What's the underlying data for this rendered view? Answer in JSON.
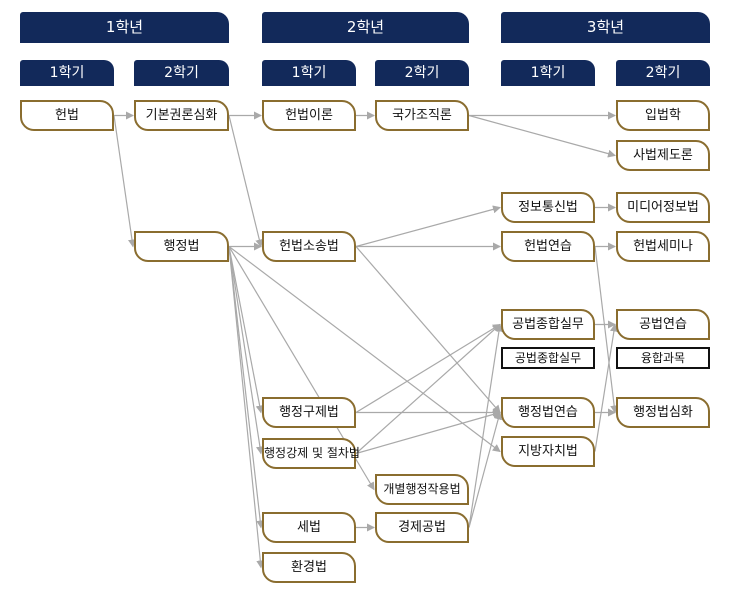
{
  "years": [
    {
      "id": "y1",
      "label": "1학년"
    },
    {
      "id": "y2",
      "label": "2학년"
    },
    {
      "id": "y3",
      "label": "3학년"
    }
  ],
  "semesters": [
    {
      "id": "s11",
      "label": "1학기"
    },
    {
      "id": "s12",
      "label": "2학기"
    },
    {
      "id": "s21",
      "label": "1학기"
    },
    {
      "id": "s22",
      "label": "2학기"
    },
    {
      "id": "s31",
      "label": "1학기"
    },
    {
      "id": "s32",
      "label": "2학기"
    }
  ],
  "courses": [
    {
      "id": "heonbeop",
      "label": "헌법"
    },
    {
      "id": "gibon",
      "label": "기본권론심화"
    },
    {
      "id": "haengjeong",
      "label": "행정법"
    },
    {
      "id": "heonbeop_iron",
      "label": "헌법이론"
    },
    {
      "id": "gukga",
      "label": "국가조직론"
    },
    {
      "id": "sosong",
      "label": "헌법소송법"
    },
    {
      "id": "gujeh",
      "label": "행정구제법"
    },
    {
      "id": "gangje",
      "label": "행정강제 및 절차법"
    },
    {
      "id": "gaebyeol",
      "label": "개별행정작용법"
    },
    {
      "id": "sebeop",
      "label": "세법"
    },
    {
      "id": "gyeongje",
      "label": "경제공법"
    },
    {
      "id": "hwangyeong",
      "label": "환경법"
    },
    {
      "id": "jeongbo",
      "label": "정보통신법"
    },
    {
      "id": "yeonseup",
      "label": "헌법연습"
    },
    {
      "id": "jonghap",
      "label": "공법종합실무"
    },
    {
      "id": "hj_yeonseup",
      "label": "행정법연습"
    },
    {
      "id": "jibang",
      "label": "지방자치법"
    },
    {
      "id": "ipbeop",
      "label": "입법학"
    },
    {
      "id": "sabeop",
      "label": "사법제도론"
    },
    {
      "id": "media",
      "label": "미디어정보법"
    },
    {
      "id": "seminar",
      "label": "헌법세미나"
    },
    {
      "id": "gb_yeonseup",
      "label": "공법연습"
    },
    {
      "id": "hj_simhwa",
      "label": "행정법심화"
    }
  ],
  "plain_boxes": [
    {
      "id": "jonghap_plain",
      "label": "공법종합실무"
    },
    {
      "id": "yunghap",
      "label": "융합과목"
    }
  ],
  "connections": [
    [
      "heonbeop",
      "gibon"
    ],
    [
      "heonbeop",
      "haengjeong"
    ],
    [
      "gibon",
      "heonbeop_iron"
    ],
    [
      "gibon",
      "sosong"
    ],
    [
      "heonbeop_iron",
      "gukga"
    ],
    [
      "gukga",
      "ipbeop"
    ],
    [
      "gukga",
      "sabeop"
    ],
    [
      "haengjeong",
      "sosong"
    ],
    [
      "haengjeong",
      "gujeh"
    ],
    [
      "haengjeong",
      "gangje"
    ],
    [
      "haengjeong",
      "gaebyeol"
    ],
    [
      "haengjeong",
      "sebeop"
    ],
    [
      "haengjeong",
      "hwangyeong"
    ],
    [
      "haengjeong",
      "jibang"
    ],
    [
      "sosong",
      "jeongbo"
    ],
    [
      "sosong",
      "yeonseup"
    ],
    [
      "sosong",
      "hj_yeonseup"
    ],
    [
      "gujeh",
      "jonghap"
    ],
    [
      "gujeh",
      "hj_yeonseup"
    ],
    [
      "gangje",
      "jonghap"
    ],
    [
      "gangje",
      "hj_yeonseup"
    ],
    [
      "sebeop",
      "gyeongje"
    ],
    [
      "gyeongje",
      "jonghap"
    ],
    [
      "gyeongje",
      "hj_yeonseup"
    ],
    [
      "jeongbo",
      "media"
    ],
    [
      "yeonseup",
      "seminar"
    ],
    [
      "yeonseup",
      "hj_simhwa"
    ],
    [
      "jonghap",
      "gb_yeonseup"
    ],
    [
      "hj_yeonseup",
      "hj_simhwa"
    ],
    [
      "jibang",
      "gb_yeonseup"
    ]
  ],
  "colors": {
    "navy": "#12295a",
    "gold_border": "#8a6d2f",
    "arrow": "#a9a9a9"
  }
}
